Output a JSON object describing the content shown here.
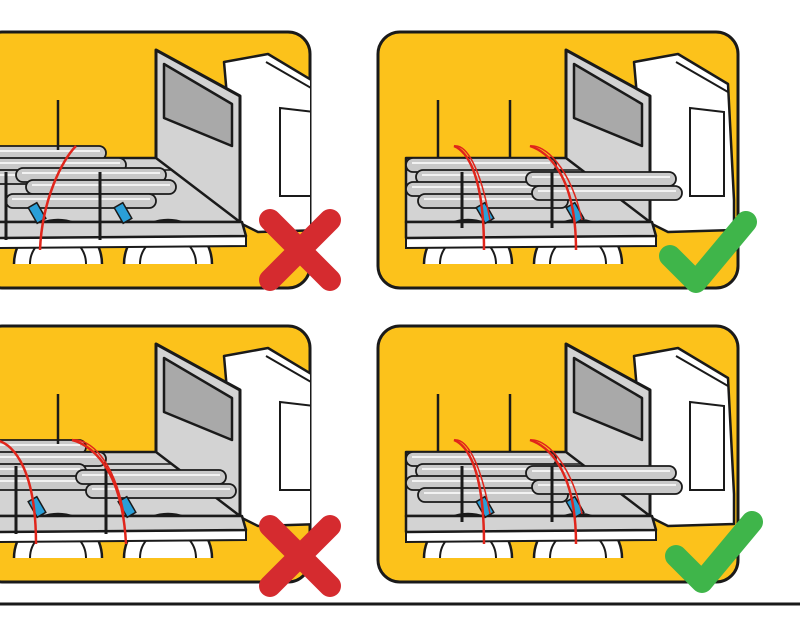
{
  "colors": {
    "background": "#ffffff",
    "panel_fill": "#fcc21b",
    "panel_border": "#1a1a1a",
    "truck_white": "#ffffff",
    "truck_deck": "#d3d3d3",
    "window_glass": "#a9a9a9",
    "pipe_fill": "#c9c9c9",
    "strap_red": "#e0251b",
    "dunnage_blue": "#2a9fd8",
    "wrong_mark": "#d52b2f",
    "right_mark": "#3fb54a"
  },
  "panels": [
    {
      "id": "top-left",
      "verdict": "wrong",
      "mark_icon": "red-cross-icon",
      "load": "unstrapped-stack-across-stanchions"
    },
    {
      "id": "top-right",
      "verdict": "right",
      "mark_icon": "green-check-icon",
      "load": "stack-within-stanchions-strapped"
    },
    {
      "id": "bottom-left",
      "verdict": "wrong",
      "mark_icon": "red-cross-icon",
      "load": "stack-overhanging-stanchions"
    },
    {
      "id": "bottom-right",
      "verdict": "right",
      "mark_icon": "green-check-icon",
      "load": "stack-within-stanchions-strapped"
    }
  ]
}
